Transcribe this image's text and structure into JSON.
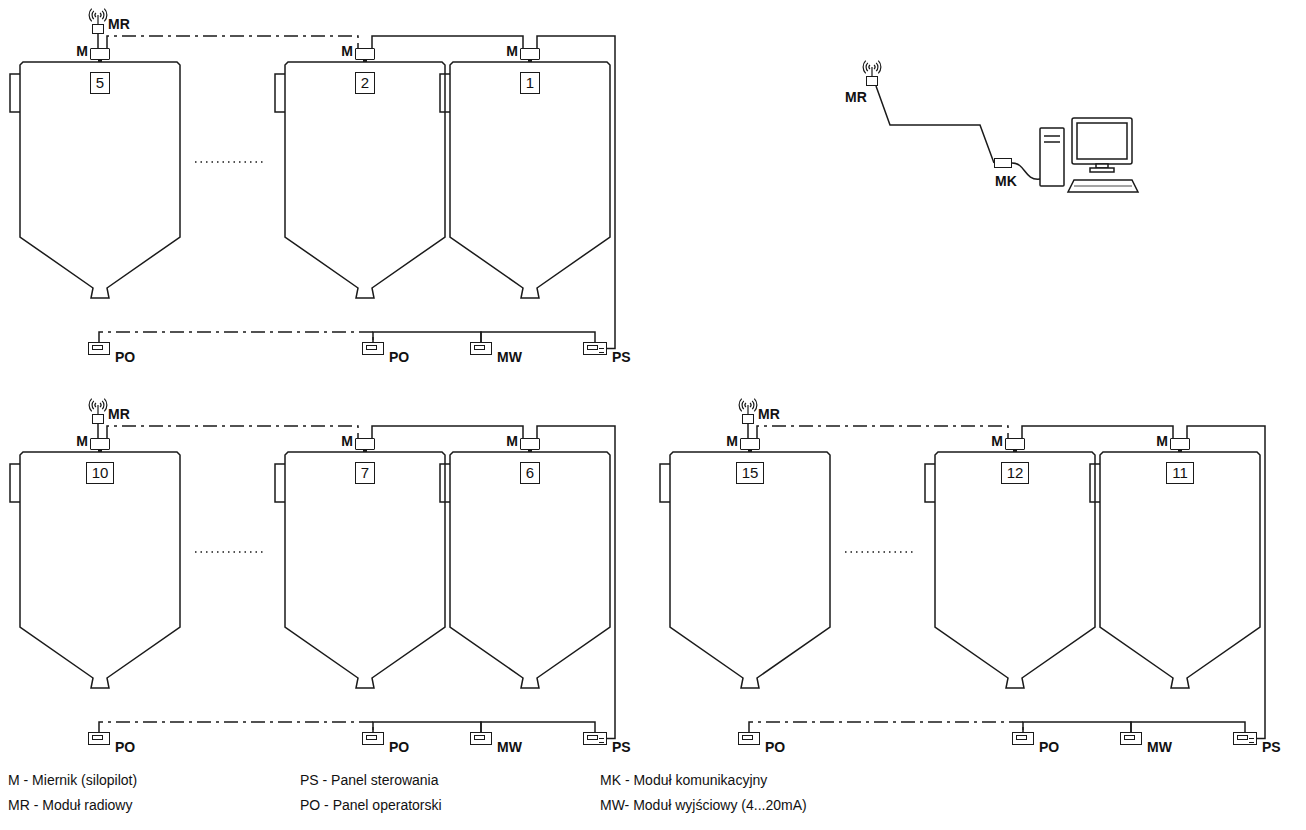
{
  "diagram": {
    "nodes": [
      {
        "text": [
          "MR"
        ]
      },
      {
        "text": [
          "M"
        ]
      },
      {
        "text": [
          "M"
        ]
      },
      {
        "text": [
          "M"
        ]
      },
      {
        "text": [
          "5"
        ]
      },
      {
        "text": [
          "2"
        ]
      },
      {
        "text": [
          "1"
        ]
      },
      {
        "text": [
          "PO"
        ]
      },
      {
        "text": [
          "PO"
        ]
      },
      {
        "text": [
          "MW"
        ]
      },
      {
        "text": [
          "PS"
        ]
      },
      {
        "text": [
          "MR"
        ]
      },
      {
        "text": [
          "M"
        ]
      },
      {
        "text": [
          "M"
        ]
      },
      {
        "text": [
          "M"
        ]
      },
      {
        "text": [
          "10"
        ]
      },
      {
        "text": [
          "7"
        ]
      },
      {
        "text": [
          "6"
        ]
      },
      {
        "text": [
          "PO"
        ]
      },
      {
        "text": [
          "PO"
        ]
      },
      {
        "text": [
          "MW"
        ]
      },
      {
        "text": [
          "PS"
        ]
      },
      {
        "text": [
          "MR"
        ]
      },
      {
        "text": [
          "M"
        ]
      },
      {
        "text": [
          "M"
        ]
      },
      {
        "text": [
          "M"
        ]
      },
      {
        "text": [
          "15"
        ]
      },
      {
        "text": [
          "12"
        ]
      },
      {
        "text": [
          "11"
        ]
      },
      {
        "text": [
          "PO"
        ]
      },
      {
        "text": [
          "PO"
        ]
      },
      {
        "text": [
          "MW"
        ]
      },
      {
        "text": [
          "PS"
        ]
      },
      {
        "text": [
          "MR"
        ]
      },
      {
        "text": [
          "MK"
        ]
      }
    ],
    "edges": [
      {
        "from": 0,
        "to": 1,
        "arrow": "none"
      },
      {
        "from": 1,
        "to": 2,
        "arrow": "none"
      },
      {
        "from": 2,
        "to": 3,
        "arrow": "none"
      },
      {
        "from": 3,
        "to": 10,
        "arrow": "none"
      },
      {
        "from": 7,
        "to": 8,
        "arrow": "none"
      },
      {
        "from": 8,
        "to": 9,
        "arrow": "none"
      },
      {
        "from": 9,
        "to": 10,
        "arrow": "none"
      },
      {
        "from": 11,
        "to": 12,
        "arrow": "none"
      },
      {
        "from": 12,
        "to": 13,
        "arrow": "none"
      },
      {
        "from": 13,
        "to": 14,
        "arrow": "none"
      },
      {
        "from": 14,
        "to": 21,
        "arrow": "none"
      },
      {
        "from": 18,
        "to": 19,
        "arrow": "none"
      },
      {
        "from": 19,
        "to": 20,
        "arrow": "none"
      },
      {
        "from": 20,
        "to": 21,
        "arrow": "none"
      },
      {
        "from": 22,
        "to": 23,
        "arrow": "none"
      },
      {
        "from": 23,
        "to": 24,
        "arrow": "none"
      },
      {
        "from": 24,
        "to": 25,
        "arrow": "none"
      },
      {
        "from": 25,
        "to": 32,
        "arrow": "none"
      },
      {
        "from": 29,
        "to": 30,
        "arrow": "none"
      },
      {
        "from": 30,
        "to": 31,
        "arrow": "none"
      },
      {
        "from": 31,
        "to": 32,
        "arrow": "none"
      },
      {
        "from": 33,
        "to": 34,
        "arrow": "none"
      }
    ],
    "legend": [
      {
        "text": "M - Miernik (silopilot)"
      },
      {
        "text": "PS - Panel sterowania"
      },
      {
        "text": "MK - Moduł komunikacyjny"
      },
      {
        "text": "MR - Moduł radiowy"
      },
      {
        "text": "PO - Panel operatorski"
      },
      {
        "text": "MW- Moduł wyjściowy (4...20mA)"
      }
    ]
  }
}
